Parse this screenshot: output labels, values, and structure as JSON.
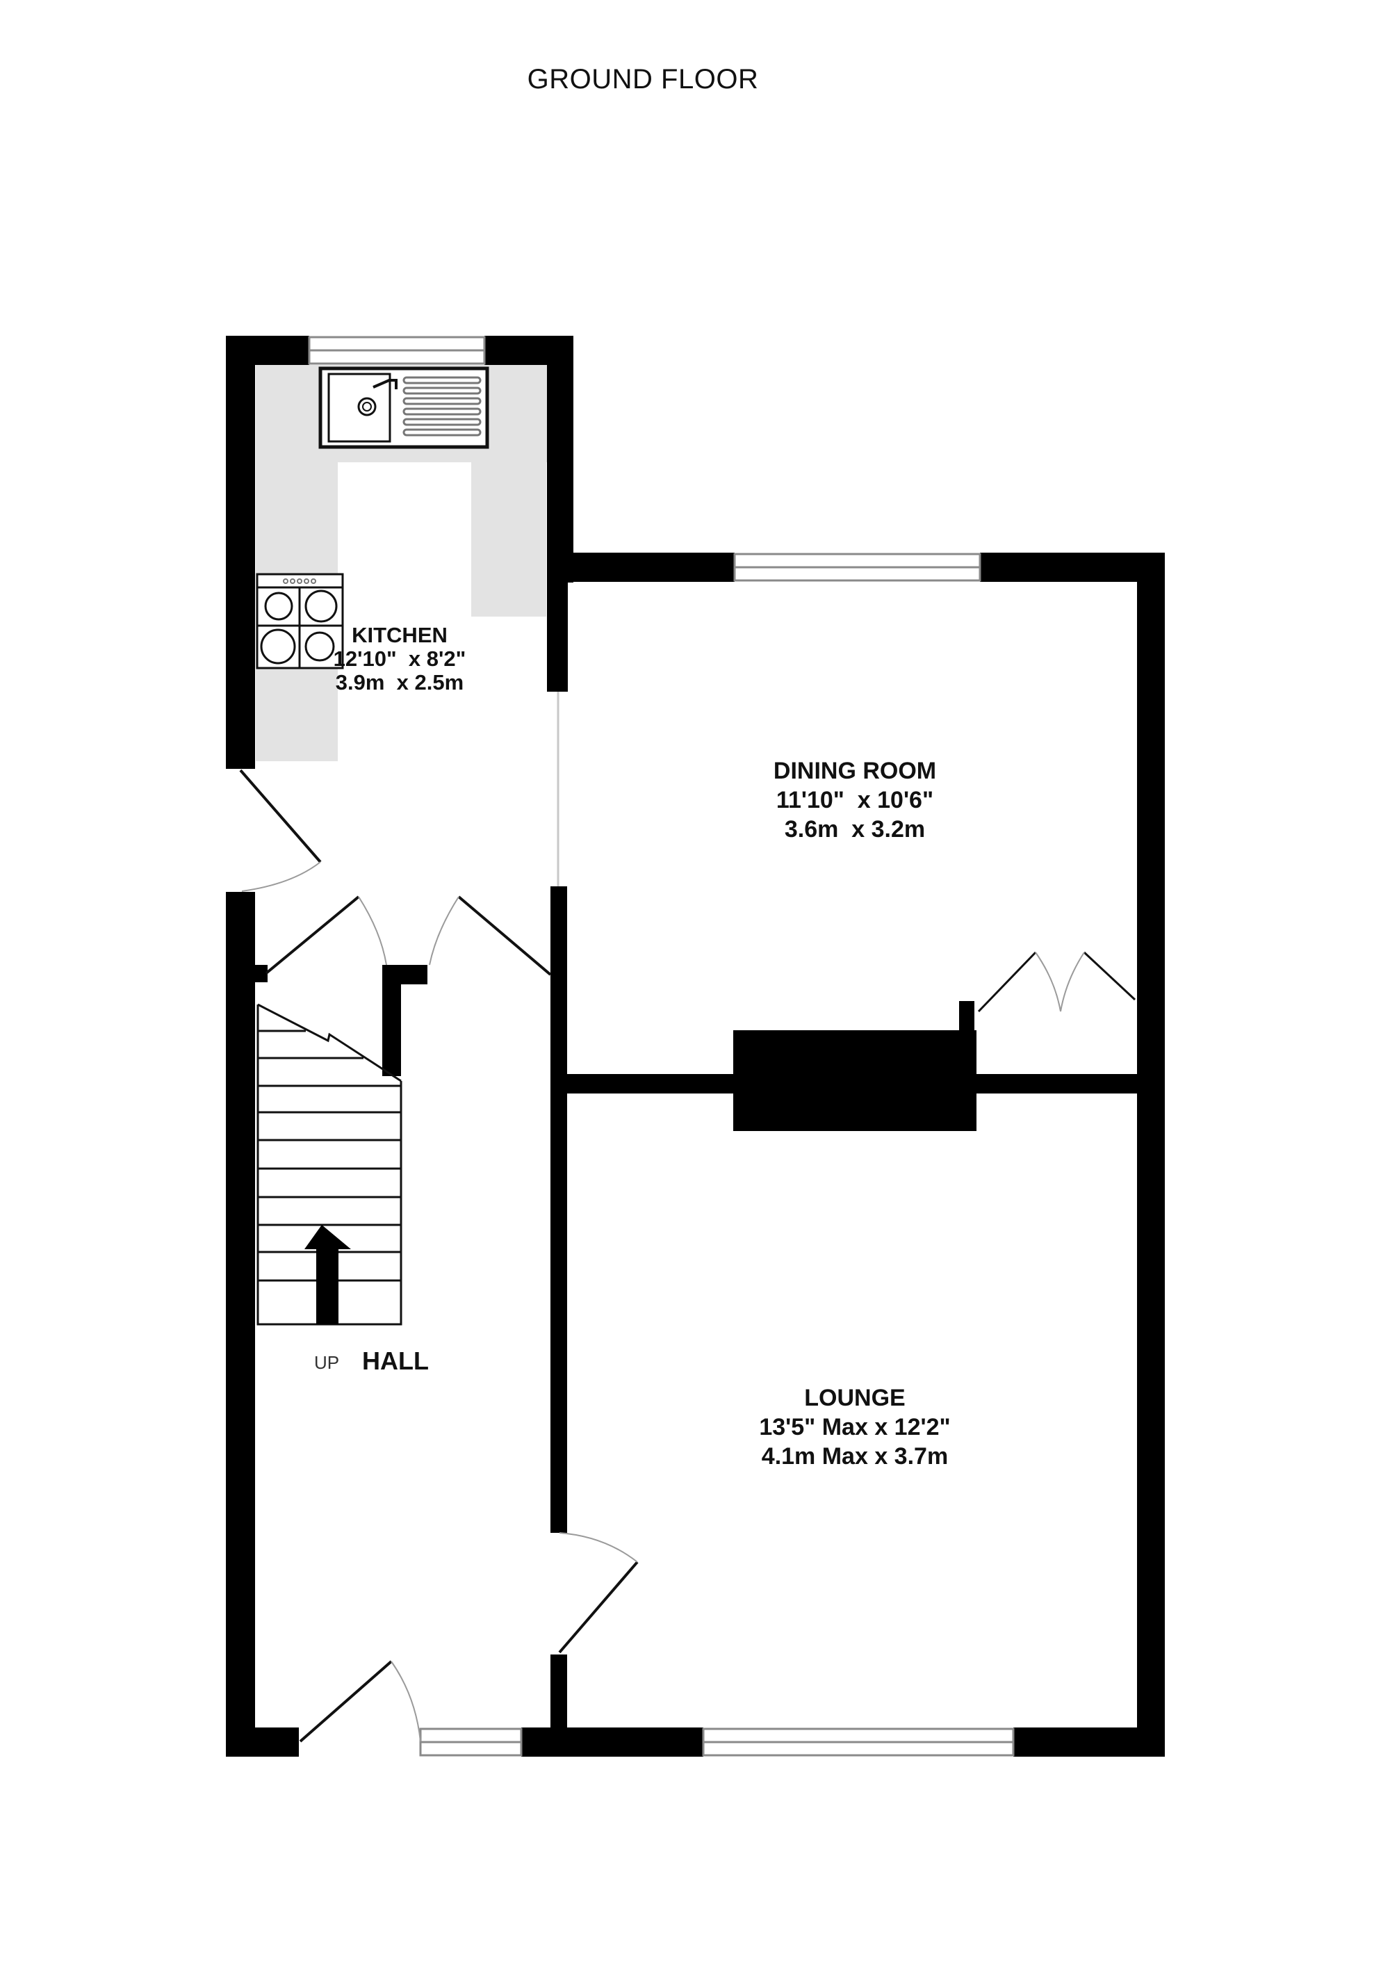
{
  "floor": {
    "title": "GROUND FLOOR"
  },
  "rooms": {
    "kitchen": {
      "name": "KITCHEN",
      "imperial": "12'10\"  x 8'2\"",
      "metric": "3.9m  x 2.5m"
    },
    "dining_room": {
      "name": "DINING ROOM",
      "imperial": "11'10\"  x 10'6\"",
      "metric": "3.6m  x 3.2m"
    },
    "lounge": {
      "name": "LOUNGE",
      "imperial": "13'5\" Max x 12'2\"",
      "metric": "4.1m Max x 3.7m"
    },
    "hall": {
      "name": "HALL",
      "stairs_label": "UP"
    }
  },
  "colors": {
    "wall": "#000000",
    "worktop": "#e3e3e3",
    "window_line": "#8a8a8a",
    "door_arc": "#9a9a9a",
    "background": "#ffffff"
  },
  "fixtures": [
    "sink-with-drainer",
    "four-burner-hob",
    "staircase",
    "chimney-breast"
  ]
}
